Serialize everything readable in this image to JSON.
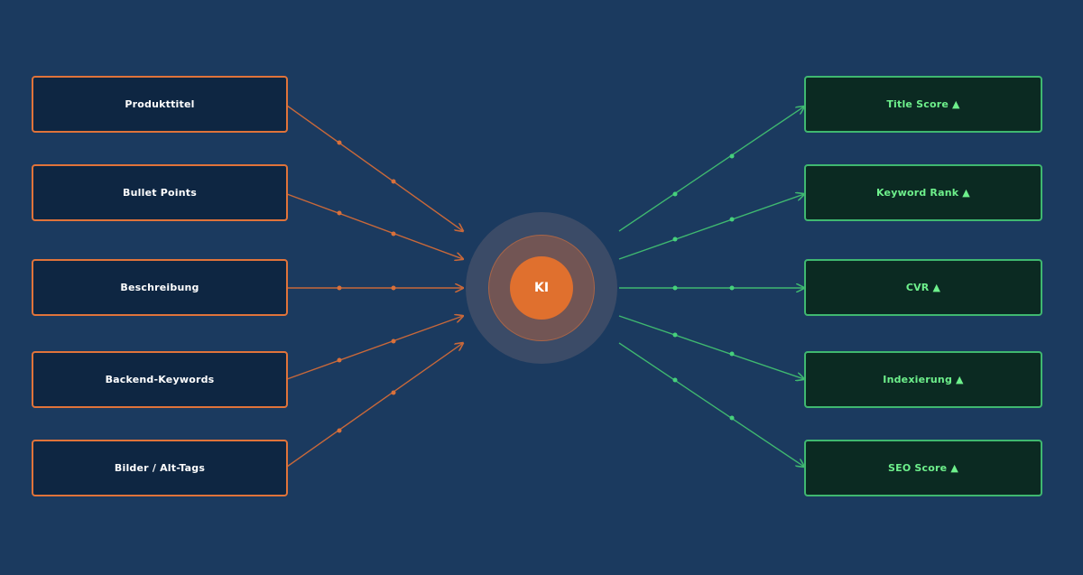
{
  "inputs": [
    {
      "label": "Produkttitel"
    },
    {
      "label": "Bullet Points"
    },
    {
      "label": "Beschreibung"
    },
    {
      "label": "Backend-Keywords"
    },
    {
      "label": "Bilder / Alt-Tags"
    }
  ],
  "outputs": [
    {
      "label": "Title Score ▲"
    },
    {
      "label": "Keyword Rank ▲"
    },
    {
      "label": "CVR ▲"
    },
    {
      "label": "Indexierung ▲"
    },
    {
      "label": "SEO Score ▲"
    }
  ],
  "hub": {
    "label": "KI"
  },
  "colors": {
    "background": "#1b3a5f",
    "input_accent": "#e0733a",
    "output_accent": "#3fb870",
    "output_text": "#6ef08c"
  }
}
